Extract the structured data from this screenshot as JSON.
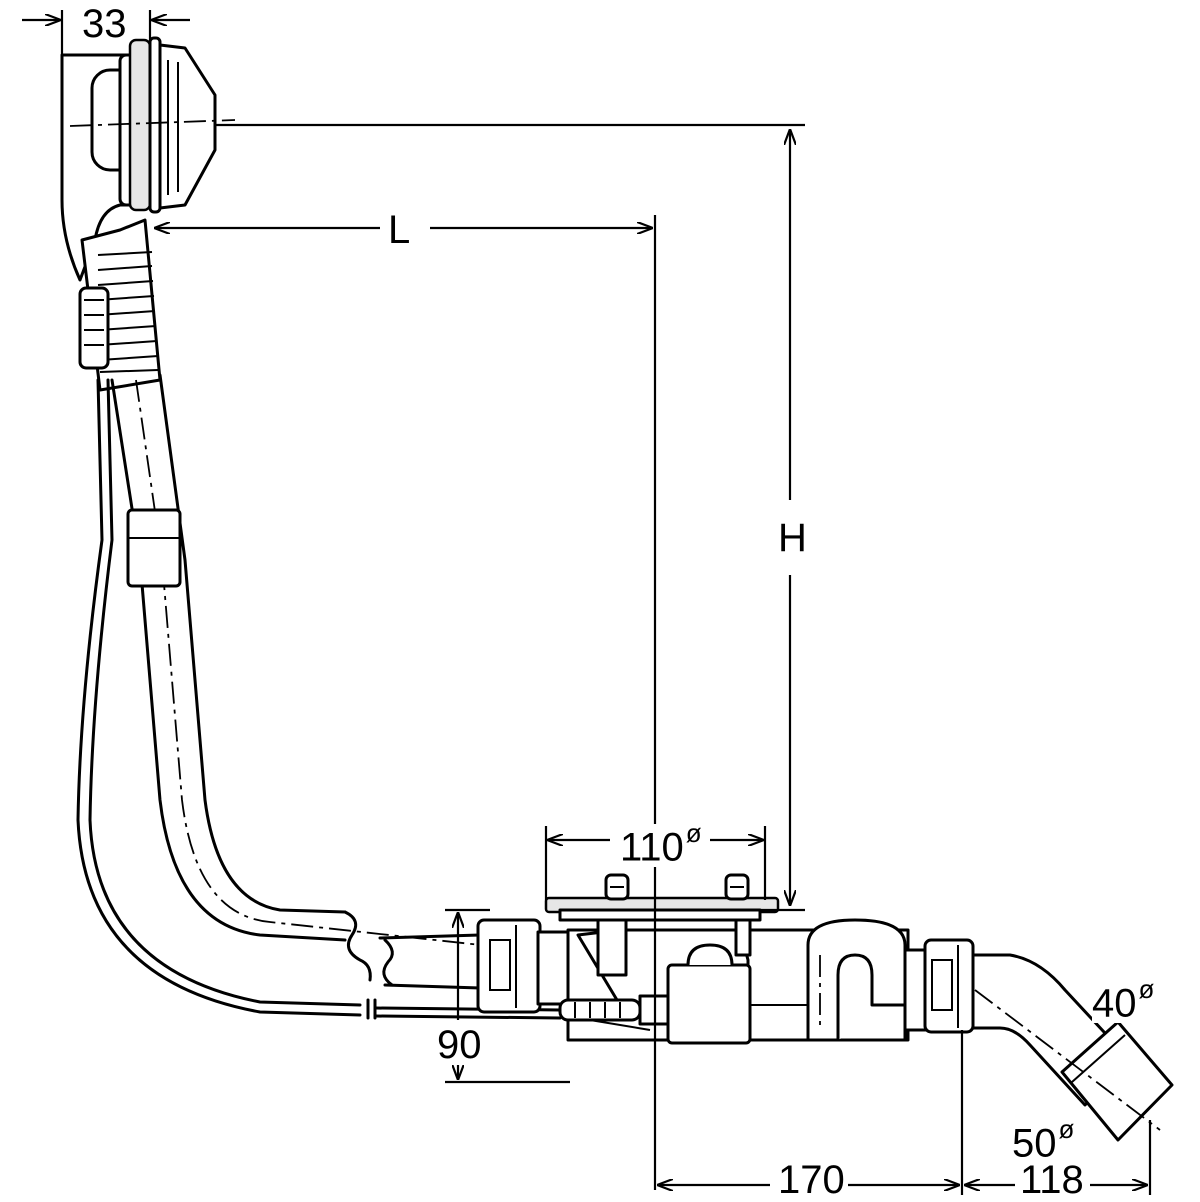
{
  "dimensions": {
    "d33": "33",
    "L": "L",
    "H": "H",
    "d110": "110",
    "d40": "40",
    "d50": "50",
    "d90": "90",
    "d170": "170",
    "d118": "118"
  },
  "diameter_symbol": "ø"
}
